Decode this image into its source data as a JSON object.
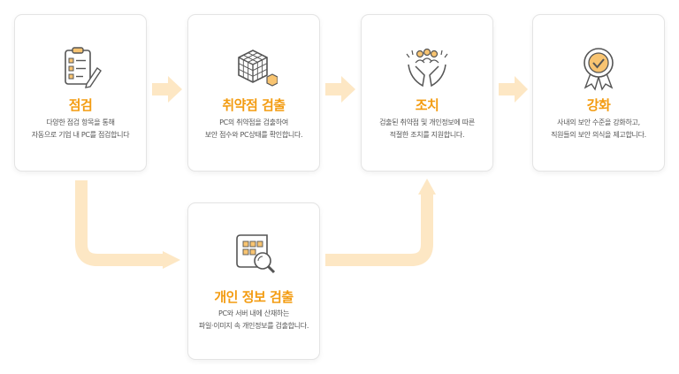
{
  "colors": {
    "accent": "#f39c12",
    "arrow": "#fde7c4",
    "icon_stroke": "#555555"
  },
  "steps": [
    {
      "title": "점검",
      "icon": "clipboard-checklist-icon",
      "desc_lines": [
        "다양한 점검 항목을 통해",
        "자동으로 기업 내 PC를 점검합니다"
      ]
    },
    {
      "title": "취약점 검출",
      "icon": "cube-grid-icon",
      "desc_lines": [
        "PC의 취약점을 검출하여",
        "보안 점수와 PC상태를 확인합니다."
      ]
    },
    {
      "title": "조치",
      "icon": "people-hands-icon",
      "desc_lines": [
        "검출된 취약점 및 개인정보에 따른",
        "적절한 조치를 지원합니다."
      ]
    },
    {
      "title": "강화",
      "icon": "badge-check-icon",
      "desc_lines": [
        "사내의 보안 수준을 강화하고,",
        "직원들의 보안 의식을 제고합니다."
      ]
    }
  ],
  "personal": {
    "title": "개인 정보 검출",
    "icon": "document-magnifier-icon",
    "desc_lines": [
      "PC와 서버 내에 산재하는",
      "파일·이미지 속 개인정보를 검출합니다."
    ]
  }
}
